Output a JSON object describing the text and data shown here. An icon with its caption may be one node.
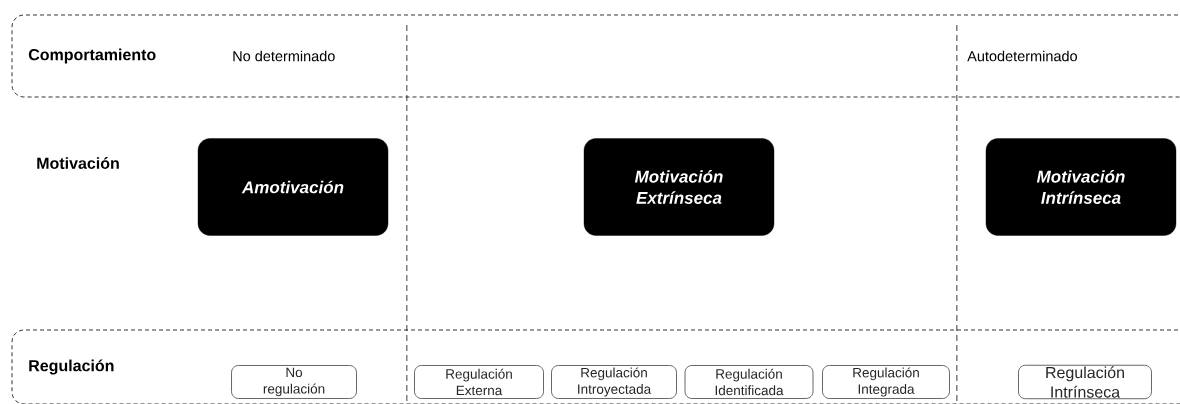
{
  "diagram": {
    "nodes": [
      {
        "text": [
          "Comportamiento",
          "No determinado",
          "Autodeterminado"
        ]
      },
      {
        "text": [
          "Amotivación"
        ]
      },
      {
        "text": [
          "Motivación Extrínseca"
        ]
      },
      {
        "text": [
          "Motivación Intrínseca"
        ]
      },
      {
        "text": [
          "Regulación"
        ]
      },
      {
        "text": [
          "No regulación"
        ],
        "in": 4
      },
      {
        "text": [
          "Regulación Externa"
        ],
        "in": 4
      },
      {
        "text": [
          "Regulación Introyectada"
        ],
        "in": 4
      },
      {
        "text": [
          "Regulación Identificada"
        ],
        "in": 4
      },
      {
        "text": [
          "Regulación Integrada"
        ],
        "in": 4
      },
      {
        "text": [
          "Regulación Intrínseca"
        ],
        "in": 4
      }
    ],
    "edges": [],
    "labels": [
      "Motivación"
    ]
  }
}
